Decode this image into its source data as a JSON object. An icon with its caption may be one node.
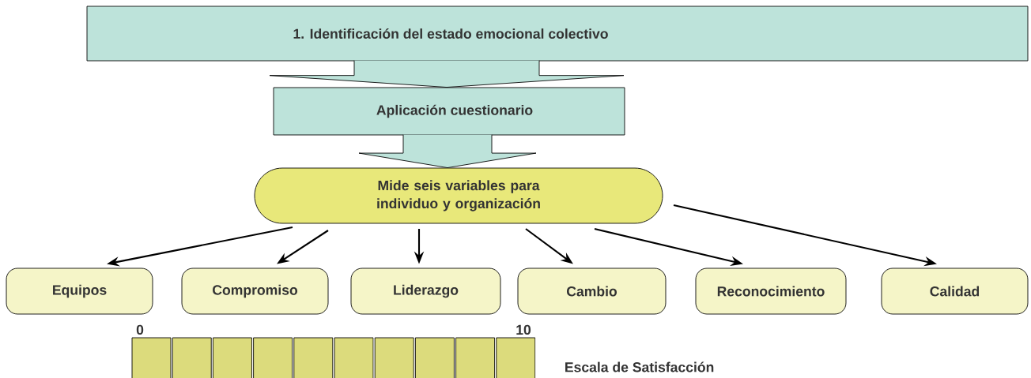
{
  "diagram": {
    "nodes": [
      {
        "text": [
          "1. Identificación del estado emocional colectivo"
        ]
      },
      {
        "text": [
          "Aplicación cuestionario"
        ]
      },
      {
        "text": [
          "Mide seis variables para individuo y organización"
        ]
      },
      {
        "text": [
          "Equipos"
        ]
      },
      {
        "text": [
          "Compromiso"
        ]
      },
      {
        "text": [
          "Liderazgo"
        ]
      },
      {
        "text": [
          "Cambio"
        ]
      },
      {
        "text": [
          "Reconocimiento"
        ]
      },
      {
        "text": [
          "Calidad"
        ]
      }
    ],
    "edges": [
      {
        "from": 0,
        "to": 1,
        "arrow": "to",
        "style": "thick"
      },
      {
        "from": 1,
        "to": 2,
        "arrow": "to",
        "style": "thick"
      },
      {
        "from": 2,
        "to": 3,
        "arrow": "to"
      },
      {
        "from": 2,
        "to": 4,
        "arrow": "to"
      },
      {
        "from": 2,
        "to": 5,
        "arrow": "to"
      },
      {
        "from": 2,
        "to": 6,
        "arrow": "to"
      },
      {
        "from": 2,
        "to": 7,
        "arrow": "to"
      },
      {
        "from": 2,
        "to": 8,
        "arrow": "to"
      }
    ],
    "labels": [
      "0",
      "10",
      "Escala de Satisfacción"
    ]
  }
}
